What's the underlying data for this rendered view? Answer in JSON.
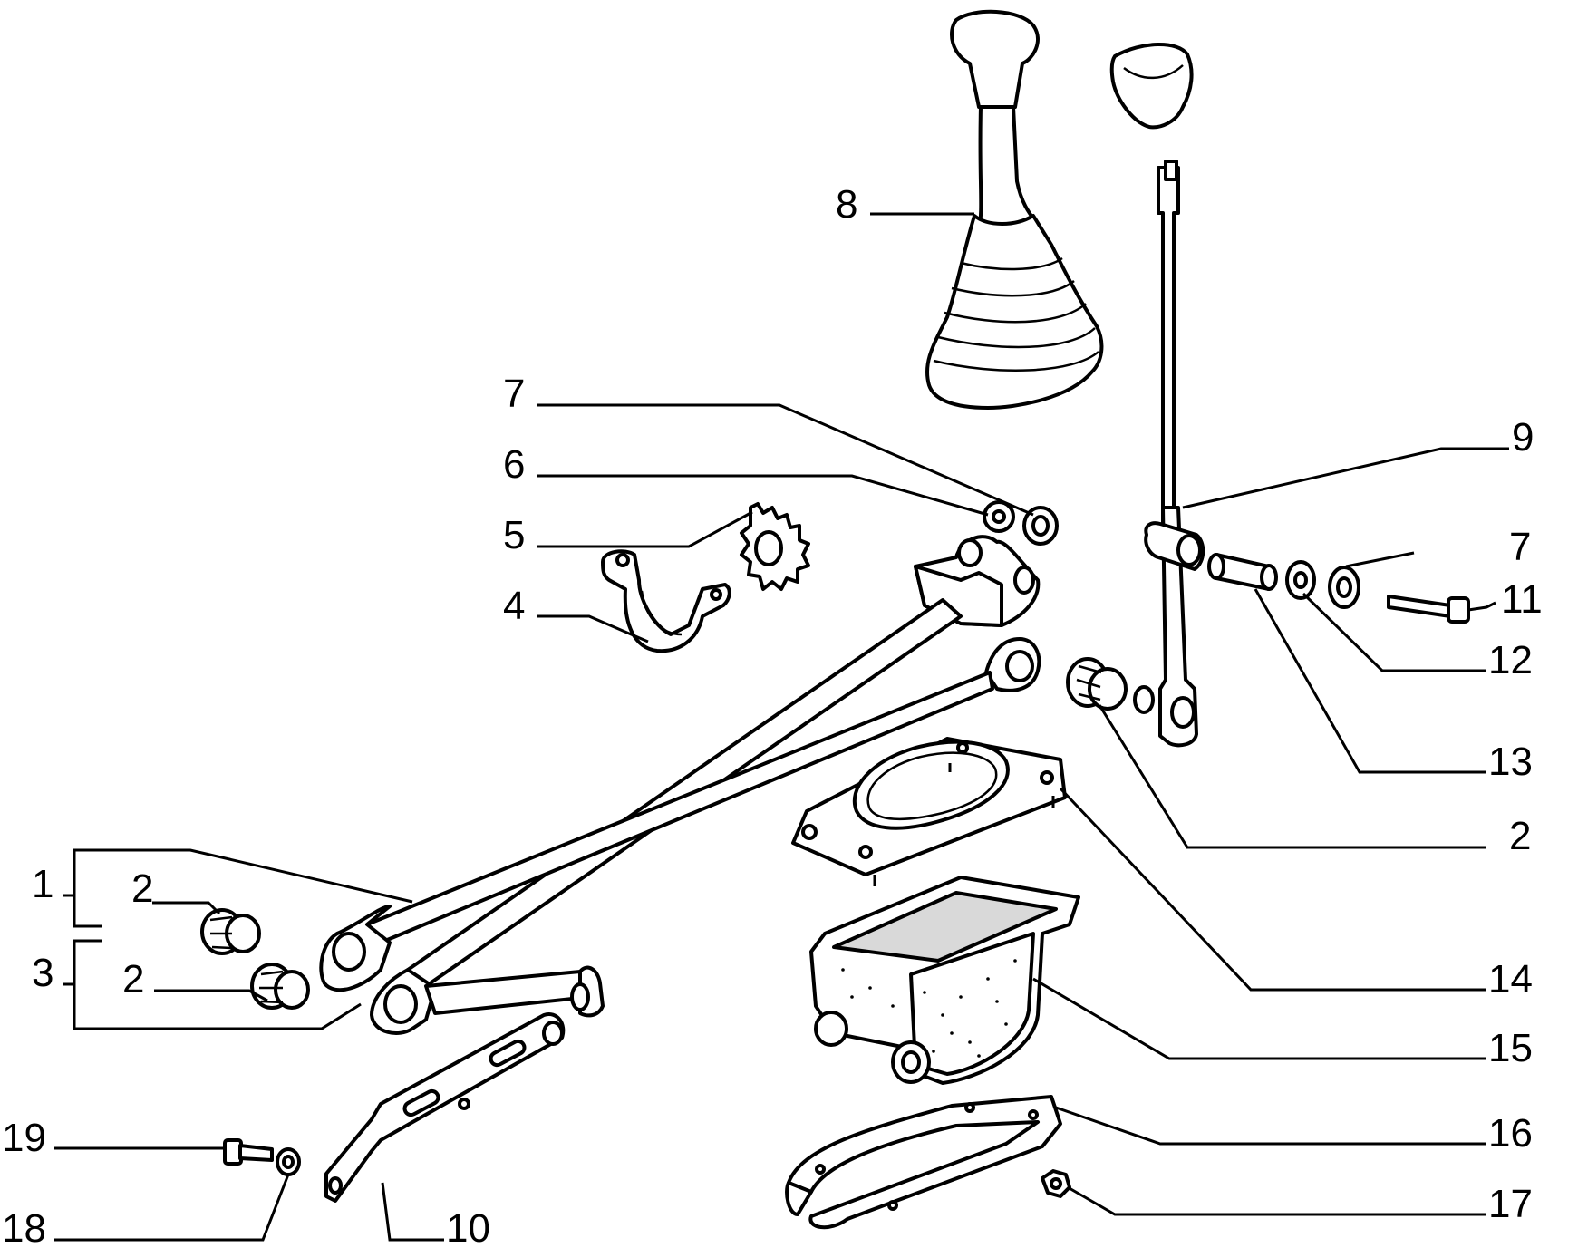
{
  "labels": {
    "l1": "1",
    "l2a": "2",
    "l2b": "2",
    "l2c": "2",
    "l3": "3",
    "l4": "4",
    "l5": "5",
    "l6": "6",
    "l7a": "7",
    "l7b": "7",
    "l8": "8",
    "l9": "9",
    "l10": "10",
    "l11": "11",
    "l12": "12",
    "l13": "13",
    "l14": "14",
    "l15": "15",
    "l16": "16",
    "l17": "17",
    "l18": "18",
    "l19": "19"
  },
  "parts": {
    "knob": "gear-knob",
    "boot": "gear-lever-boot",
    "lever": "gear-lever",
    "rod_upper": "selector-rod",
    "rod_lower": "reaction-rod",
    "bracket": "bracket",
    "bush": "bush",
    "plate": "sealing-plate",
    "housing": "lever-housing",
    "gasket": "gasket",
    "link": "link-plate"
  }
}
